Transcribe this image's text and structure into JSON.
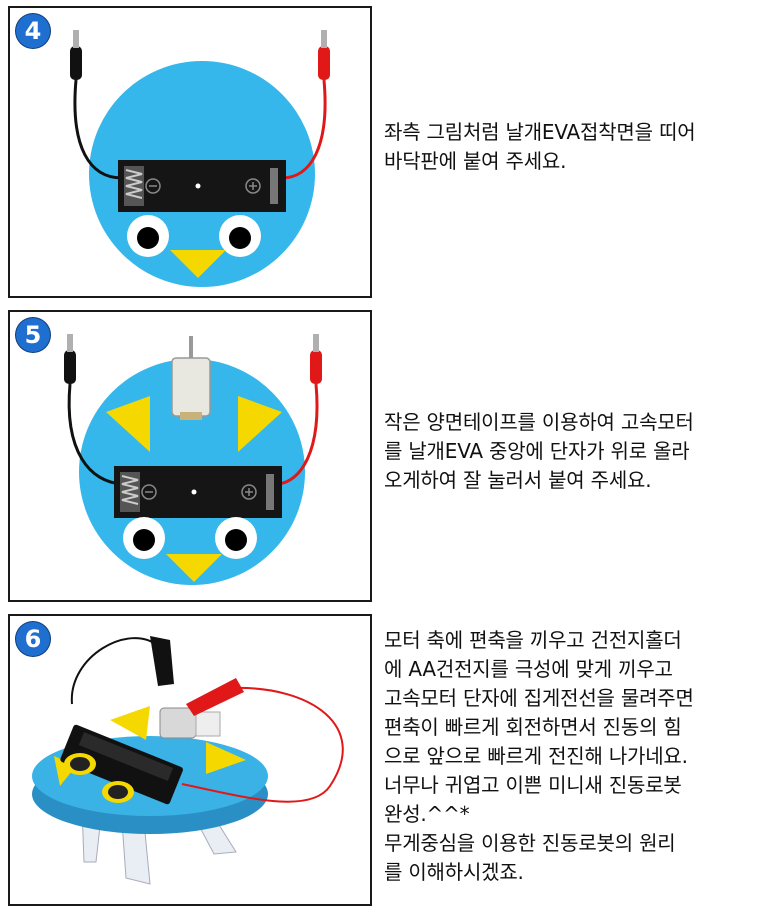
{
  "steps": [
    {
      "number": "4",
      "text": "좌측 그림처럼 날개EVA접착면을 띠어\n바닥판에 붙여 주세요."
    },
    {
      "number": "5",
      "text": "작은 양면테이프를 이용하여 고속모터\n를 날개EVA 중앙에 단자가 위로 올라\n오게하여 잘 눌러서 붙여 주세요."
    },
    {
      "number": "6",
      "text": "모터 축에 편축을 끼우고 건전지홀더\n에 AA건전지를 극성에 맞게 끼우고\n고속모터 단자에 집게전선을 물려주면\n편축이 빠르게 회전하면서 진동의 힘\n으로 앞으로 빠르게 전진해 나가네요.\n너무나 귀엽고 이쁜 미니새 진동로봇\n완성.^^*\n무게중심을 이용한 진동로봇의 원리\n를 이해하시겠죠."
    }
  ],
  "colors": {
    "body_blue": "#35b7ec",
    "badge_blue": "#1f6fd0",
    "beak_yellow": "#f5d800",
    "red_wire": "#e01818",
    "black_wire": "#111111"
  },
  "icons": [
    "battery-holder-icon",
    "alligator-clip-icon",
    "motor-icon"
  ]
}
